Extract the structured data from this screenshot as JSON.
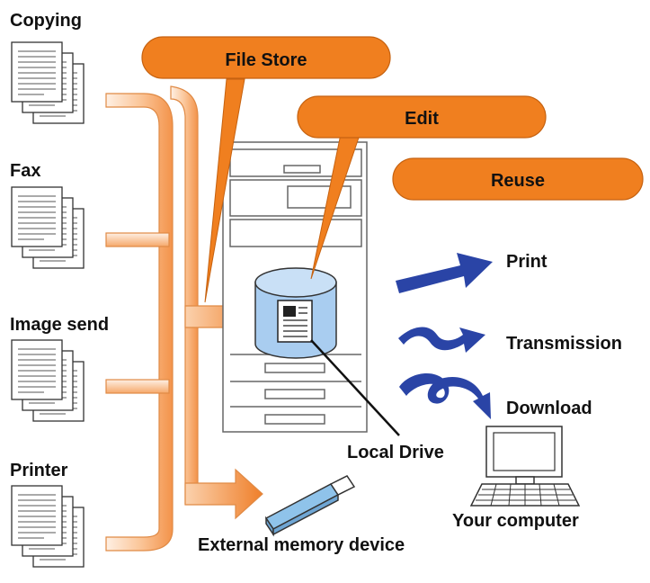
{
  "sources": [
    {
      "label": "Copying"
    },
    {
      "label": "Fax"
    },
    {
      "label": "Image send"
    },
    {
      "label": "Printer"
    }
  ],
  "callouts": {
    "file_store": "File Store",
    "edit": "Edit",
    "reuse": "Reuse"
  },
  "outputs": {
    "print": "Print",
    "transmission": "Transmission",
    "download": "Download"
  },
  "labels": {
    "local_drive": "Local Drive",
    "your_computer": "Your computer",
    "external_memory": "External memory device"
  },
  "colors": {
    "callout_fill": "#f07f1f",
    "flow_light": "#fde5d2",
    "flow_dark": "#f3934a",
    "drive_fill": "#a9cdf0",
    "output_arrow": "#2a44a6",
    "memory_fill": "#8fc3ea"
  },
  "icons": [
    "document-stack-icon",
    "printer-machine-icon",
    "local-drive-icon",
    "computer-icon",
    "usb-memory-icon"
  ]
}
